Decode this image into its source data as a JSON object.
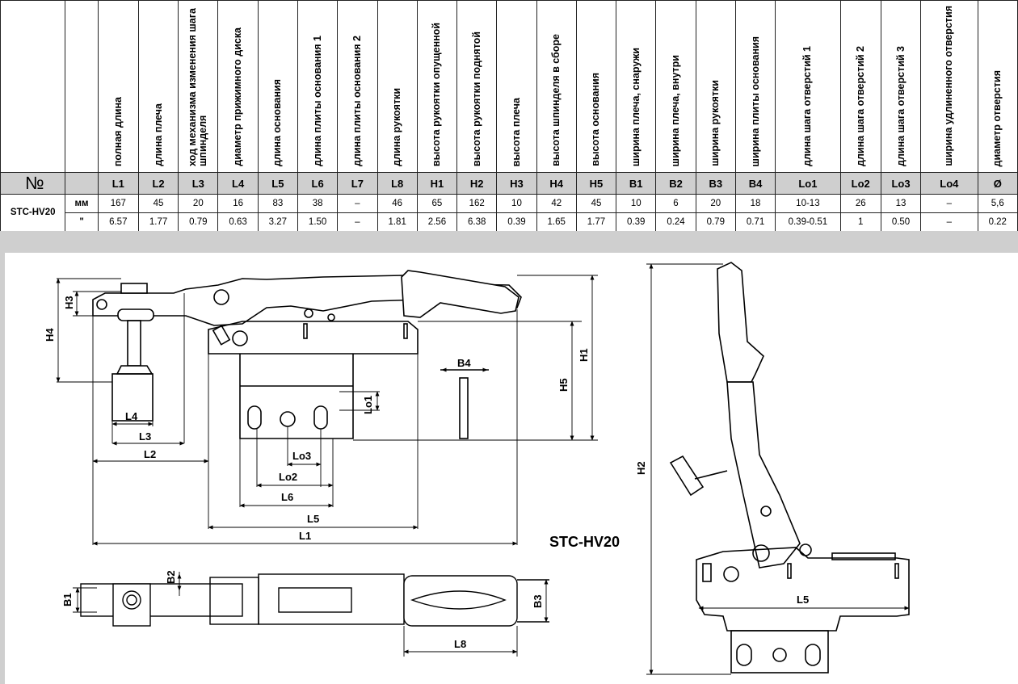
{
  "table": {
    "no_label": "№",
    "headers": [
      {
        "symbol": "L1",
        "desc": "полная длина",
        "v_mm": "167",
        "v_in": "6.57"
      },
      {
        "symbol": "L2",
        "desc": "длина плеча",
        "v_mm": "45",
        "v_in": "1.77"
      },
      {
        "symbol": "L3",
        "desc": "ход механизма изменения шага шпинделя",
        "v_mm": "20",
        "v_in": "0.79"
      },
      {
        "symbol": "L4",
        "desc": "диаметр прижимного диска",
        "v_mm": "16",
        "v_in": "0.63"
      },
      {
        "symbol": "L5",
        "desc": "длина основания",
        "v_mm": "83",
        "v_in": "3.27"
      },
      {
        "symbol": "L6",
        "desc": "длина плиты основания 1",
        "v_mm": "38",
        "v_in": "1.50"
      },
      {
        "symbol": "L7",
        "desc": "длина плиты основания 2",
        "v_mm": "–",
        "v_in": "–"
      },
      {
        "symbol": "L8",
        "desc": "длина рукоятки",
        "v_mm": "46",
        "v_in": "1.81"
      },
      {
        "symbol": "H1",
        "desc": "высота рукоятки опущенной",
        "v_mm": "65",
        "v_in": "2.56"
      },
      {
        "symbol": "H2",
        "desc": "высота рукоятки поднятой",
        "v_mm": "162",
        "v_in": "6.38"
      },
      {
        "symbol": "H3",
        "desc": "высота плеча",
        "v_mm": "10",
        "v_in": "0.39"
      },
      {
        "symbol": "H4",
        "desc": "высота шпинделя в сборе",
        "v_mm": "42",
        "v_in": "1.65"
      },
      {
        "symbol": "H5",
        "desc": "высота основания",
        "v_mm": "45",
        "v_in": "1.77"
      },
      {
        "symbol": "B1",
        "desc": "ширина плеча, снаружи",
        "v_mm": "10",
        "v_in": "0.39"
      },
      {
        "symbol": "B2",
        "desc": "ширина плеча, внутри",
        "v_mm": "6",
        "v_in": "0.24"
      },
      {
        "symbol": "B3",
        "desc": "ширина рукоятки",
        "v_mm": "20",
        "v_in": "0.79"
      },
      {
        "symbol": "B4",
        "desc": "ширина плиты основания",
        "v_mm": "18",
        "v_in": "0.71"
      },
      {
        "symbol": "Lo1",
        "desc": "длина шага отверстий 1",
        "v_mm": "10-13",
        "v_in": "0.39-0.51"
      },
      {
        "symbol": "Lo2",
        "desc": "длина шага отверстий 2",
        "v_mm": "26",
        "v_in": "1"
      },
      {
        "symbol": "Lo3",
        "desc": "длина шага отверстий 3",
        "v_mm": "13",
        "v_in": "0.50"
      },
      {
        "symbol": "Lo4",
        "desc": "ширина удлиненного отверстия",
        "v_mm": "–",
        "v_in": "–"
      },
      {
        "symbol": "Ø",
        "desc": "диаметр отверстия",
        "v_mm": "5,6",
        "v_in": "0.22"
      }
    ],
    "model": "STC-HV20",
    "unit_mm": "мм",
    "unit_in": "\""
  },
  "drawing": {
    "model_label": "STC-HV20",
    "dims": {
      "L1": "L1",
      "L2": "L2",
      "L3": "L3",
      "L4": "L4",
      "L5": "L5",
      "L6": "L6",
      "L8": "L8",
      "H1": "H1",
      "H2": "H2",
      "H3": "H3",
      "H4": "H4",
      "H5": "H5",
      "B1": "B1",
      "B2": "B2",
      "B3": "B3",
      "B4": "B4",
      "Lo1": "Lo1",
      "Lo2": "Lo2",
      "Lo3": "Lo3"
    }
  }
}
